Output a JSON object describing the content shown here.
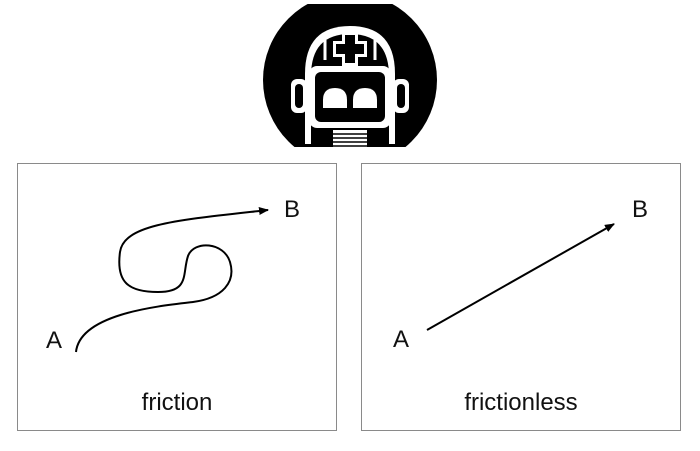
{
  "icons": {
    "logo": "robot-head-logo"
  },
  "diagrams": [
    {
      "caption": "friction",
      "start_label": "A",
      "end_label": "B"
    },
    {
      "caption": "frictionless",
      "start_label": "A",
      "end_label": "B"
    }
  ]
}
